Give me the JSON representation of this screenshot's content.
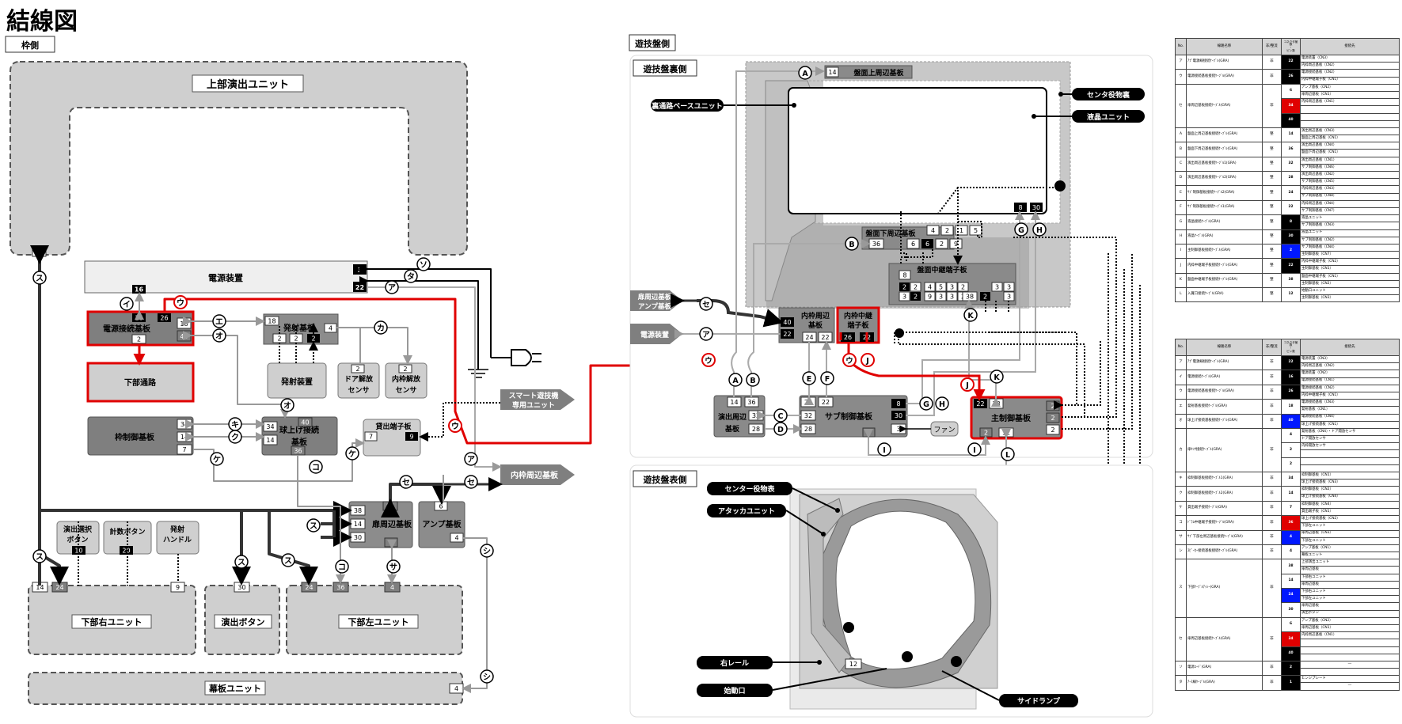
{
  "page": {
    "title": "結線図"
  },
  "frame": {
    "label": "枠側",
    "upper_unit": "上部演出ユニット",
    "power": "電源装置",
    "power_conn": "電源接続基板",
    "lower_path": "下部通路",
    "launch_board": "発射基板",
    "launch_device": "発射装置",
    "door_sensor": [
      "ドア解放",
      "センサ"
    ],
    "inner_sensor": [
      "内枠解放",
      "センサ"
    ],
    "frame_ctrl": "枠制御基板",
    "ball_conn": [
      "球上げ接続",
      "基板"
    ],
    "lending_board": "貸出端子板",
    "smart_unit": [
      "スマート遊技機",
      "専用ユニット"
    ],
    "inner_periph": "内枠周辺基板",
    "fan_periph": "扉周辺基板",
    "amp": "アンプ基板",
    "effect_btn_sel": [
      "演出選択",
      "ボタン"
    ],
    "count_btn": "計数ボタン",
    "launch_handle": [
      "発射",
      "ハンドル"
    ],
    "lower_right": "下部右ユニット",
    "effect_btn": "演出ボタン",
    "lower_left": "下部左ユニット",
    "curtain": "幕板ユニット"
  },
  "board": {
    "label": "遊技盤側",
    "back_label": "遊技盤裏側",
    "front_label": "遊技盤表側",
    "upper_periph": "盤面上周辺基板",
    "center_back": "センタ役物裏",
    "lcd": "液晶ユニット",
    "back_base": "裏通路ベースユニット",
    "lower_periph": "盤面下周辺基板",
    "relay_term": "盤面中継端子板",
    "door_amp": [
      "扉周辺基板",
      "アンプ基板"
    ],
    "power": "電源装置",
    "inner_periph": [
      "内枠周辺",
      "基板"
    ],
    "inner_relay": [
      "内枠中継",
      "端子板"
    ],
    "effect_periph": [
      "演出周辺",
      "基板"
    ],
    "sub_ctrl": "サブ制御基板",
    "fan": "ファン",
    "main_ctrl": "主制御基板",
    "center_acc": "センター役物表",
    "attacker": "アタッカユニット",
    "right_rail": "右レール",
    "start_port": "始動口",
    "side_lamp": "サイドランプ"
  },
  "table1": {
    "headers": [
      "No.",
      "線路名称",
      "非/整流",
      "コネクタ極数\n・\nピン数",
      "接続先"
    ],
    "rows": [
      {
        "no": "ア",
        "name": "ｱﾌﾟ電源線接続ｹｰﾌﾞﾙ(GRA)",
        "kind": "非",
        "pins": [
          {
            "v": "22",
            "c": "blk"
          }
        ],
        "dest": [
          "電源装置（CN3）",
          "内枠周辺基板（CN2）"
        ]
      },
      {
        "no": "ウ",
        "name": "電源接続基板接続ｹｰﾌﾞﾙ(GRA)",
        "kind": "非",
        "pins": [
          {
            "v": "26",
            "c": "blk"
          }
        ],
        "dest": [
          "電源接続基板（CN2）",
          "内枠中継端子板（CN1）"
        ]
      },
      {
        "no": "セ",
        "name": "扉周辺基板接続ｹｰﾌﾞﾙ(GRA)",
        "kind": "非",
        "pins": [
          {
            "v": "6",
            "c": "wht"
          },
          {
            "v": "34",
            "c": "red"
          },
          {
            "v": "40",
            "c": "blk"
          }
        ],
        "dest": [
          "アンプ基板（CN2）",
          "扉周辺基板（CN1）",
          "内枠周辺基板（CN1）"
        ]
      },
      {
        "no": "A",
        "name": "盤面上周辺基板接続ｹｰﾌﾞﾙ(GRA)",
        "kind": "整",
        "pins": [
          {
            "v": "14",
            "c": "wht"
          }
        ],
        "dest": [
          "演出周辺基板（CN3）",
          "盤面上周辺基板（CN1）"
        ]
      },
      {
        "no": "B",
        "name": "盤面下周辺基板接続ｹｰﾌﾞﾙ(GRA)",
        "kind": "整",
        "pins": [
          {
            "v": "36",
            "c": "wht"
          }
        ],
        "dest": [
          "演出周辺基板（CN4）",
          "盤面下周辺基板（CN1）"
        ]
      },
      {
        "no": "C",
        "name": "演出周辺基板接続ｹｰﾌﾞﾙ1(GRA)",
        "kind": "整",
        "pins": [
          {
            "v": "32",
            "c": "wht"
          }
        ],
        "dest": [
          "演出周辺基板（CN1）",
          "サブ制御基板（CN6）"
        ]
      },
      {
        "no": "D",
        "name": "演出周辺基板接続ｹｰﾌﾞﾙ2(GRA)",
        "kind": "整",
        "pins": [
          {
            "v": "28",
            "c": "wht"
          }
        ],
        "dest": [
          "演出周辺基板（CN2）",
          "サブ制御基板（CN5）"
        ]
      },
      {
        "no": "E",
        "name": "ｻﾌﾞ制御基板接続ｹｰﾌﾞﾙ2(GRA)",
        "kind": "整",
        "pins": [
          {
            "v": "24",
            "c": "wht"
          }
        ],
        "dest": [
          "内枠周辺基板（CN3）",
          "サブ制御基板（CN8）"
        ]
      },
      {
        "no": "F",
        "name": "ｻﾌﾞ制御基板接続ｹｰﾌﾞﾙ1(GRA)",
        "kind": "整",
        "pins": [
          {
            "v": "22",
            "c": "wht"
          }
        ],
        "dest": [
          "内枠周辺基板（CN4）",
          "サブ制御基板（CN7）"
        ]
      },
      {
        "no": "G",
        "name": "液晶接続ｹｰﾌﾞﾙ(GRA)",
        "kind": "整",
        "pins": [
          {
            "v": "8",
            "c": "blk"
          }
        ],
        "dest": [
          "液晶ユニット",
          "サブ制御基板（CN3）"
        ]
      },
      {
        "no": "H",
        "name": "液晶ｹｰﾌﾞﾙ(GRA)",
        "kind": "整",
        "pins": [
          {
            "v": "30",
            "c": "blk"
          }
        ],
        "dest": [
          "液晶ユニット",
          "サブ制御基板（CN2）"
        ]
      },
      {
        "no": "I",
        "name": "主制御基板接続ｹｰﾌﾞﾙ(GRA)",
        "kind": "整",
        "pins": [
          {
            "v": "2",
            "c": "blu"
          }
        ],
        "dest": [
          "サブ制御基板（CN4）",
          "主制御基板（CN7）"
        ]
      },
      {
        "no": "J",
        "name": "内枠中継端子板接続ｹｰﾌﾞﾙ(GRA)",
        "kind": "整",
        "pins": [
          {
            "v": "22",
            "c": "blk"
          }
        ],
        "dest": [
          "内枠中継端子板（CN2）",
          "主制御基板（CN1）"
        ]
      },
      {
        "no": "K",
        "name": "盤面中継端子板接続ｹｰﾌﾞﾙ(GRA)",
        "kind": "整",
        "pins": [
          {
            "v": "38",
            "c": "wht"
          }
        ],
        "dest": [
          "盤面中継端子板（CN1）",
          "主制御基板（CN2）"
        ]
      },
      {
        "no": "L",
        "name": "入賞口接続ｹｰﾌﾞﾙ(GRA)",
        "kind": "整",
        "pins": [
          {
            "v": "12",
            "c": "wht"
          }
        ],
        "dest": [
          "始動口ユニット",
          "主制御基板（CN3）"
        ]
      }
    ]
  },
  "table2": {
    "headers": [
      "No.",
      "線路名称",
      "非/整流",
      "コネクタ極数\n・\nピン数",
      "接続先"
    ],
    "rows": [
      {
        "no": "ア",
        "name": "ｱﾌﾟ電源線接続ｹｰﾌﾞﾙ(GRA)",
        "kind": "非",
        "pins": [
          {
            "v": "22",
            "c": "blk"
          }
        ],
        "dest": [
          "電源装置（CN3）",
          "内枠周辺基板（CN2）"
        ]
      },
      {
        "no": "イ",
        "name": "電源接続ｹｰﾌﾞﾙ(GRA)",
        "kind": "非",
        "pins": [
          {
            "v": "16",
            "c": "blk"
          }
        ],
        "dest": [
          "電源装置（CN2）",
          "電源接続基板（CN1）"
        ]
      },
      {
        "no": "ウ",
        "name": "電源接続基板接続ｹｰﾌﾞﾙ(GRA)",
        "kind": "非",
        "pins": [
          {
            "v": "26",
            "c": "blk"
          }
        ],
        "dest": [
          "電源接続基板（CN2）",
          "内枠中継端子板（CN1）"
        ]
      },
      {
        "no": "エ",
        "name": "発射基板接続ｹｰﾌﾞﾙ(GRA)",
        "kind": "非",
        "pins": [
          {
            "v": "18",
            "c": "wht"
          }
        ],
        "dest": [
          "電源接続基板（CN3）",
          "発射基板（CN1）"
        ]
      },
      {
        "no": "オ",
        "name": "球上げ接続基板接続ｹｰﾌﾞﾙ(GRA)",
        "kind": "非",
        "pins": [
          {
            "v": "40",
            "c": "blu"
          }
        ],
        "dest": [
          "電源接続基板（CN4）",
          "球上げ接続基板（CN1）"
        ]
      },
      {
        "no": "カ",
        "name": "扉ｾﾝｻ接続ｹｰﾌﾞﾙ(GRA)",
        "kind": "非",
        "pins": [
          {
            "v": "4",
            "c": "wht"
          },
          {
            "v": "2",
            "c": "wht"
          },
          {
            "v": "2",
            "c": "wht"
          }
        ],
        "dest": [
          "発射基板（CN4）・ドア開放センサ",
          "ドア開放センサ",
          "内枠開放センサ"
        ]
      },
      {
        "no": "キ",
        "name": "枠制御基板接続ｹｰﾌﾞﾙ1(GRA)",
        "kind": "非",
        "pins": [
          {
            "v": "34",
            "c": "wht"
          }
        ],
        "dest": [
          "枠制御基板（CN1）",
          "球上げ接続基板（CN3）"
        ]
      },
      {
        "no": "ク",
        "name": "枠制御基板接続ｹｰﾌﾞﾙ2(GRA)",
        "kind": "非",
        "pins": [
          {
            "v": "14",
            "c": "wht"
          }
        ],
        "dest": [
          "枠制御基板（CN2）",
          "球上げ接続基板（CN4）"
        ]
      },
      {
        "no": "ケ",
        "name": "貸出端子接続ｹｰﾌﾞﾙ(GRA)",
        "kind": "非",
        "pins": [
          {
            "v": "7",
            "c": "wht"
          }
        ],
        "dest": [
          "枠制御基板（CN4）",
          "貸出端子板（CN1）"
        ]
      },
      {
        "no": "コ",
        "name": "ﾄﾞﾗﾑ中継端子接続ｹｰﾌﾞﾙ(GRA)",
        "kind": "非",
        "pins": [
          {
            "v": "36",
            "c": "red"
          }
        ],
        "dest": [
          "球上げ接続基板（CN2）",
          "下部左ユニット"
        ]
      },
      {
        "no": "サ",
        "name": "ｻﾌﾞ下部左周辺基板接続ｹｰﾌﾞﾙ(GRA)",
        "kind": "非",
        "pins": [
          {
            "v": "4",
            "c": "blu"
          }
        ],
        "dest": [
          "扉周辺基板（CN3）",
          "下部左ユニット"
        ]
      },
      {
        "no": "シ",
        "name": "ｽﾋﾟｰｶｰ接続基板接続ｹｰﾌﾞﾙ(GRA)",
        "kind": "非",
        "pins": [
          {
            "v": "4",
            "c": "wht"
          }
        ],
        "dest": [
          "アンプ基板（CN1）",
          "幕板ユニット"
        ]
      },
      {
        "no": "ス",
        "name": "下部ｹｰﾌﾞﾙｱｯｼｰ(GRA)",
        "kind": "非",
        "pins": [
          {
            "v": "38",
            "c": "wht"
          },
          {
            "v": "14",
            "c": "wht"
          },
          {
            "v": "24",
            "c": "blu"
          },
          {
            "v": "30",
            "c": "wht"
          }
        ],
        "dest": [
          "上部演出ユニット",
          "扉周辺基板",
          "下部右ユニット",
          "扉周辺基板",
          "下部右ユニット",
          "下部左ユニット",
          "扉周辺基板",
          "演出ボタン"
        ]
      },
      {
        "no": "セ",
        "name": "扉周辺基板接続ｹｰﾌﾞﾙ(GRA)",
        "kind": "非",
        "pins": [
          {
            "v": "6",
            "c": "wht"
          },
          {
            "v": "34",
            "c": "red"
          },
          {
            "v": "40",
            "c": "blk"
          }
        ],
        "dest": [
          "アンプ基板（CN2）",
          "扉周辺基板（CN1）",
          "内枠周辺基板（CN1）"
        ]
      },
      {
        "no": "ソ",
        "name": "電源ｺｰﾄﾞ(GRA)",
        "kind": "非",
        "pins": [
          {
            "v": "2",
            "c": "blk"
          }
        ],
        "dest": [
          "―"
        ]
      },
      {
        "no": "タ",
        "name": "ｱｰｽ線ｹｰﾌﾞﾙ(GRA)",
        "kind": "非",
        "pins": [
          {
            "v": "1",
            "c": "blk"
          }
        ],
        "dest": [
          "ヒンジプレート",
          "―"
        ]
      }
    ]
  }
}
